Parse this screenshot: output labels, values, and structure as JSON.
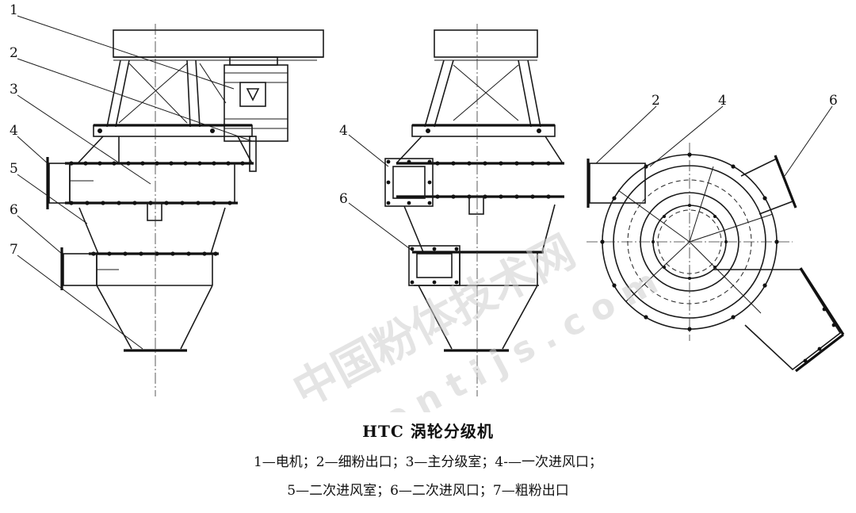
{
  "figure": {
    "title": "HTC 涡轮分级机",
    "legend_line1": "1—电机；2—细粉出口；3—主分级室；4-—一次进风口；",
    "legend_line2": "5—二次进风室；6—二次进风口；7—粗粉出口"
  },
  "callouts": {
    "left_view": [
      "1",
      "2",
      "3",
      "4",
      "5",
      "6",
      "7"
    ],
    "middle_view": [
      "4",
      "6"
    ],
    "top_view": [
      "2",
      "4",
      "6"
    ]
  },
  "watermark": {
    "line1": "中国粉体技术网",
    "line2": "fentijs.com"
  }
}
